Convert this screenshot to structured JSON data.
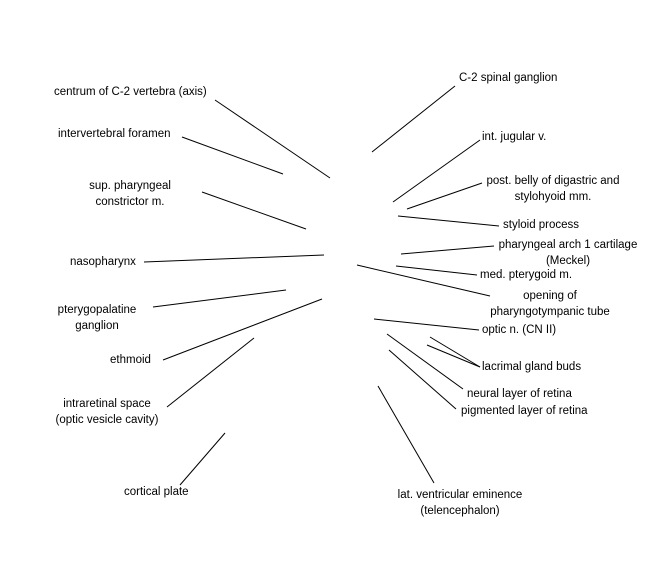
{
  "labels": {
    "centrum": "centrum of C-2 vertebra (axis)",
    "intervertebral_foramen": "intervertebral foramen",
    "sup_pharyngeal_1": "sup. pharyngeal",
    "sup_pharyngeal_2": "constrictor m.",
    "nasopharynx": "nasopharynx",
    "pterygopalatine_1": "pterygopalatine",
    "pterygopalatine_2": "ganglion",
    "ethmoid": "ethmoid",
    "intraretinal_1": "intraretinal space",
    "intraretinal_2": "(optic vesicle cavity)",
    "cortical_plate": "cortical plate",
    "c2_spinal_ganglion": "C-2 spinal ganglion",
    "int_jugular": "int. jugular v.",
    "digastric_1": "post. belly of digastric and",
    "digastric_2": "stylohyoid mm.",
    "styloid": "styloid process",
    "pharyngeal_arch_1": "pharyngeal arch 1 cartilage",
    "pharyngeal_arch_2": "(Meckel)",
    "med_pterygoid": "med. pterygoid m.",
    "opening_1": "opening of",
    "opening_2": "pharyngotympanic tube",
    "optic_n": "optic n. (CN II)",
    "lacrimal": "lacrimal gland buds",
    "neural_layer": "neural layer of retina",
    "pigmented_layer": "pigmented layer of retina",
    "lat_ventricular_1": "lat. ventricular eminence",
    "lat_ventricular_2": "(telencephalon)"
  }
}
